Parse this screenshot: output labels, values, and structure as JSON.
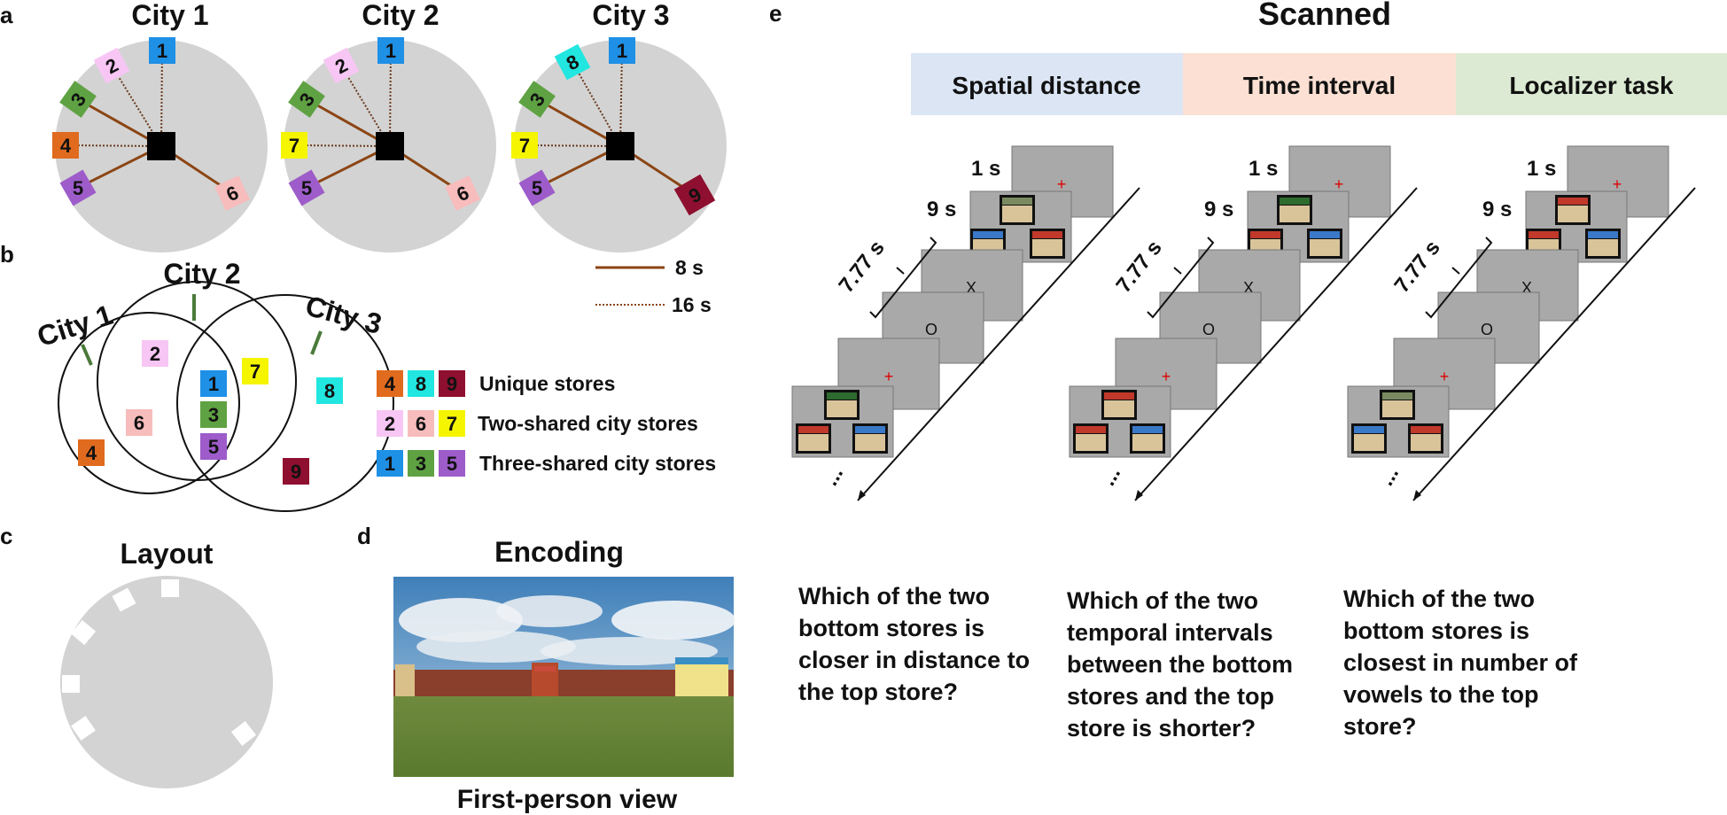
{
  "panel_letters": [
    "a",
    "b",
    "c",
    "d",
    "e"
  ],
  "panel_a": {
    "cities": [
      {
        "title": "City 1",
        "stores": [
          "1",
          "2",
          "3",
          "4",
          "5",
          "6"
        ]
      },
      {
        "title": "City 2",
        "stores": [
          "1",
          "2",
          "3",
          "7",
          "5",
          "6"
        ]
      },
      {
        "title": "City 3",
        "stores": [
          "1",
          "8",
          "3",
          "7",
          "5",
          "9"
        ]
      }
    ],
    "legend": [
      {
        "label": "8 s",
        "style": "solid"
      },
      {
        "label": "16 s",
        "style": "dotted"
      }
    ]
  },
  "panel_b": {
    "sets": [
      "City 1",
      "City 2",
      "City 3"
    ],
    "legend": [
      {
        "stores": [
          "4",
          "8",
          "9"
        ],
        "label": "Unique stores"
      },
      {
        "stores": [
          "2",
          "6",
          "7"
        ],
        "label": "Two-shared city stores"
      },
      {
        "stores": [
          "1",
          "3",
          "5"
        ],
        "label": "Three-shared city stores"
      }
    ]
  },
  "panel_c": {
    "title": "Layout"
  },
  "panel_d": {
    "title": "Encoding",
    "caption": "First-person view"
  },
  "panel_e": {
    "title": "Scanned",
    "tasks": [
      {
        "header": "Spatial distance",
        "question": "Which of the two bottom stores is closer in distance to the top store?"
      },
      {
        "header": "Time interval",
        "question": "Which of the two temporal intervals between the bottom stores and the top store is shorter?"
      },
      {
        "header": "Localizer task",
        "question": "Which of the two bottom stores is closest in number of vowels to the top store?"
      }
    ],
    "timing": {
      "fixation": "1 s",
      "choice": "9 s",
      "jitter": "7.77 s"
    },
    "screen_symbols": [
      "+",
      "X",
      "O",
      "+"
    ],
    "continuation": "..."
  },
  "store_colors": {
    "1": "#1e90e6",
    "2": "#f7c6f4",
    "3": "#5fa243",
    "4": "#e06a1e",
    "5": "#9d5cc9",
    "6": "#f7bcbc",
    "7": "#f5f500",
    "8": "#22e6e0",
    "9": "#8e0f2f"
  }
}
